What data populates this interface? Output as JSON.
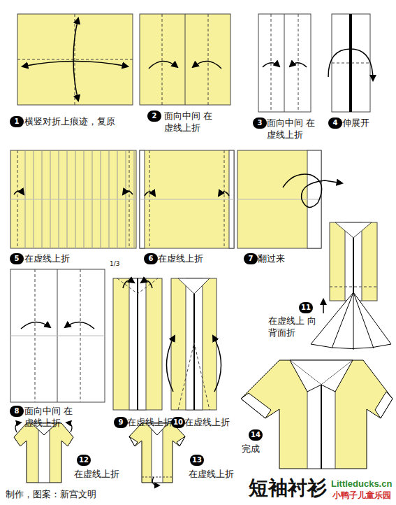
{
  "diagram": {
    "title": "短袖衬衫",
    "labels": [
      "1",
      "横竖对折上痕迹，复原",
      "2",
      "面向中间 在虚线上折",
      "3",
      "面向中间 在虚线上折",
      "4",
      "伸展开",
      "5",
      "在虚线上折",
      "1/3",
      "6",
      "在虚线上折",
      "7",
      "翻过来",
      "11",
      "在虚线上 向背面折",
      "8",
      "面向中间 在虚线上折",
      "9",
      "在虚线上折",
      "10",
      "在虚线上折",
      "14",
      "完成",
      "12",
      "在虚线上折",
      "13",
      "在虚线上折",
      "制作，图案：新宫文明",
      "Littleducks.cn",
      "小鸭子儿童乐园"
    ]
  }
}
